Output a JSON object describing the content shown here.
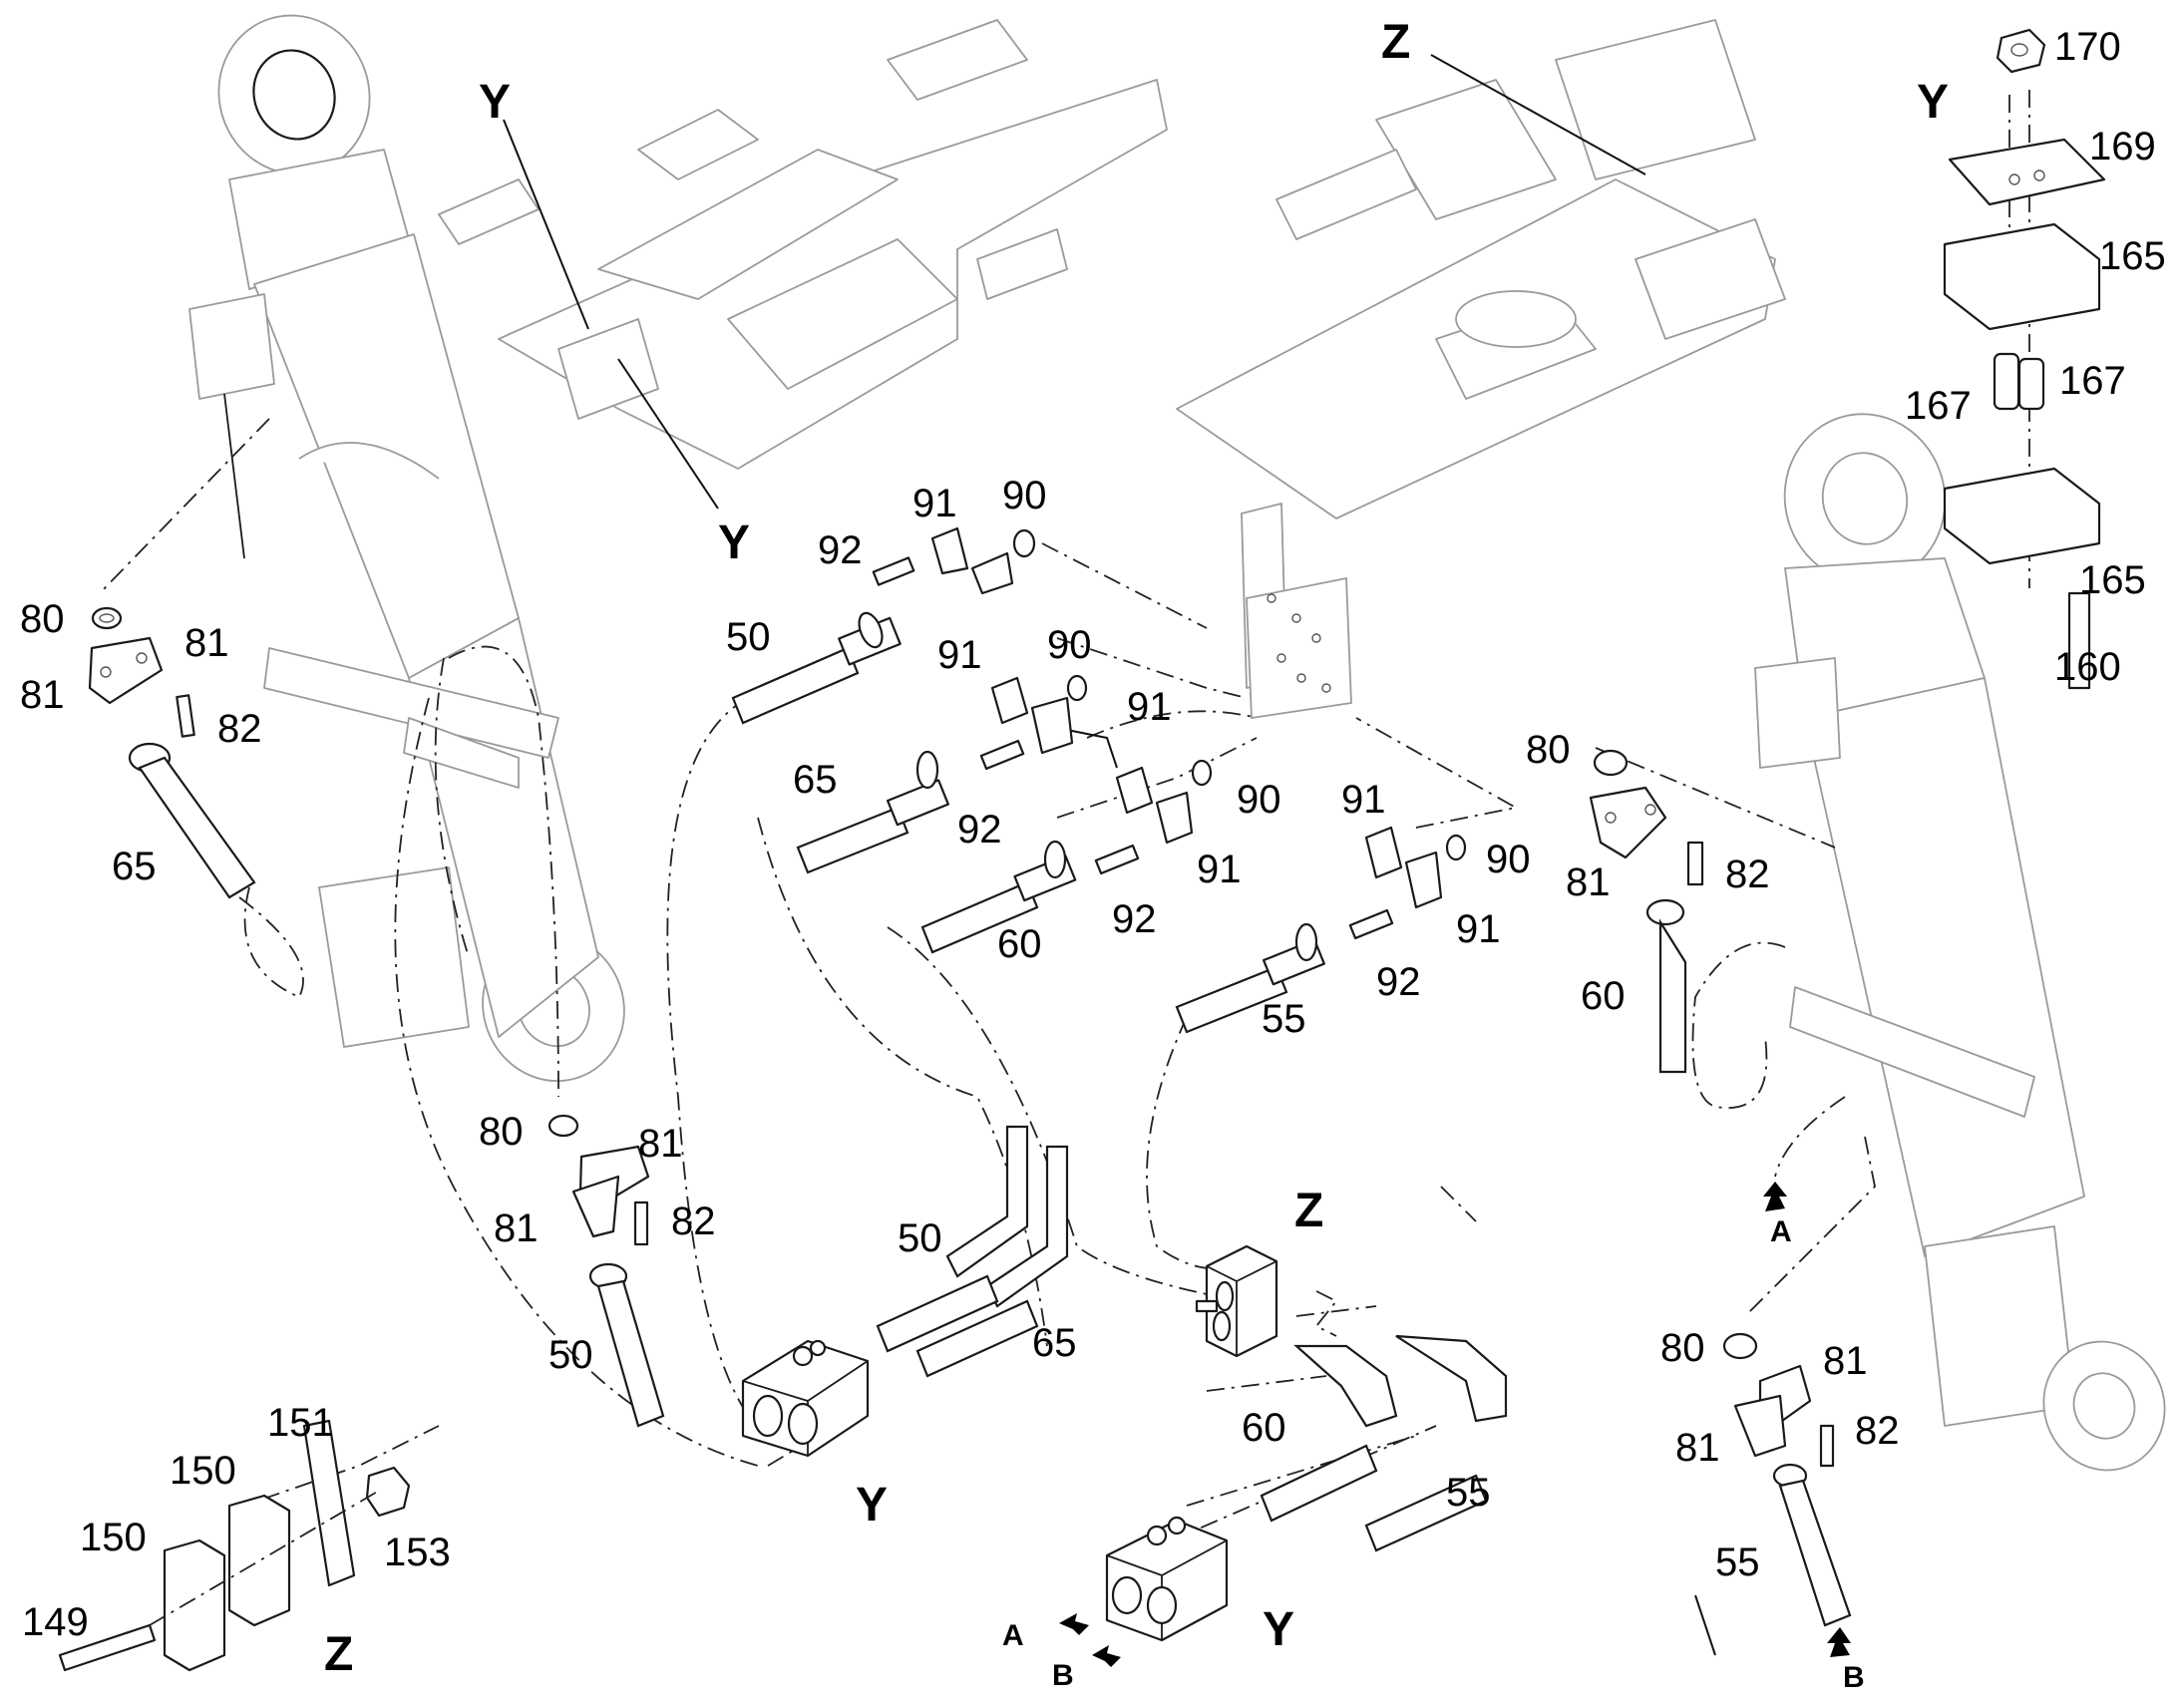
{
  "view_letters": {
    "y_frame_top": "Y",
    "y_frame_bottom": "Y",
    "z_frame": "Z",
    "y_clamp_detail": "Y",
    "z_clamp_bottom_center": "Z",
    "y_clamp_center": "Y",
    "y_clamp_bottom": "Y",
    "z_kit": "Z"
  },
  "arrows": {
    "a": "A",
    "b": "B"
  },
  "part_numbers": {
    "p50": "50",
    "p55": "55",
    "p60": "60",
    "p65": "65",
    "p80": "80",
    "p81": "81",
    "p82": "82",
    "p90": "90",
    "p91": "91",
    "p92": "92",
    "p149": "149",
    "p150": "150",
    "p151": "151",
    "p153": "153",
    "p160": "160",
    "p165": "165",
    "p167": "167",
    "p169": "169",
    "p170": "170"
  },
  "colors": {
    "ink": "#1a1a1a",
    "ghost": "#9a9a9a",
    "background": "#ffffff"
  }
}
